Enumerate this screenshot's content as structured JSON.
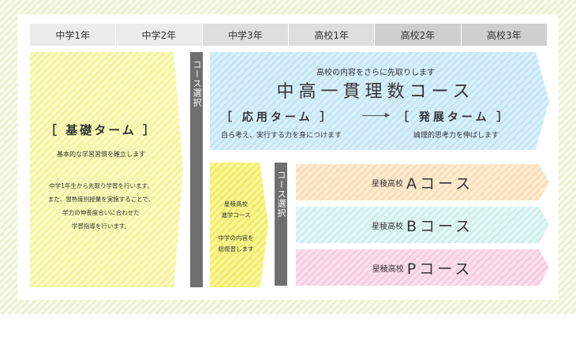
{
  "grades": [
    "中学1年",
    "中学2年",
    "中学3年",
    "高校1年",
    "高校2年",
    "高校3年"
  ],
  "basic_term": {
    "title": "［ 基礎ターム ］",
    "subtitle": "基本的な学習習慣を確立します",
    "description": [
      "中学1年生から先取り学習を行います。",
      "また、習熟度別授業を実施することで、",
      "学力の伸長度合いに合わせた",
      "学習指導を行います。"
    ]
  },
  "course_selection_label": "コース選択",
  "integrated_course": {
    "lead": "高校の内容をさらに先取りします",
    "title": "中高一貫理数コース",
    "applied_term": "［ 応用ターム ］",
    "applied_desc": "自ら考え、実行する力を身につけます",
    "advanced_term": "［ 発展ターム ］",
    "advanced_desc": "論理的思考力を伸ばします"
  },
  "prep_course": {
    "name_lines": [
      "星稜高校",
      "進学コース"
    ],
    "desc_lines": [
      "中学の内容を",
      "総復習します"
    ]
  },
  "high_school_courses": [
    {
      "school": "星稜高校",
      "name": "Aコース"
    },
    {
      "school": "星稜高校",
      "name": "Bコース"
    },
    {
      "school": "星稜高校",
      "name": "Pコース"
    }
  ]
}
